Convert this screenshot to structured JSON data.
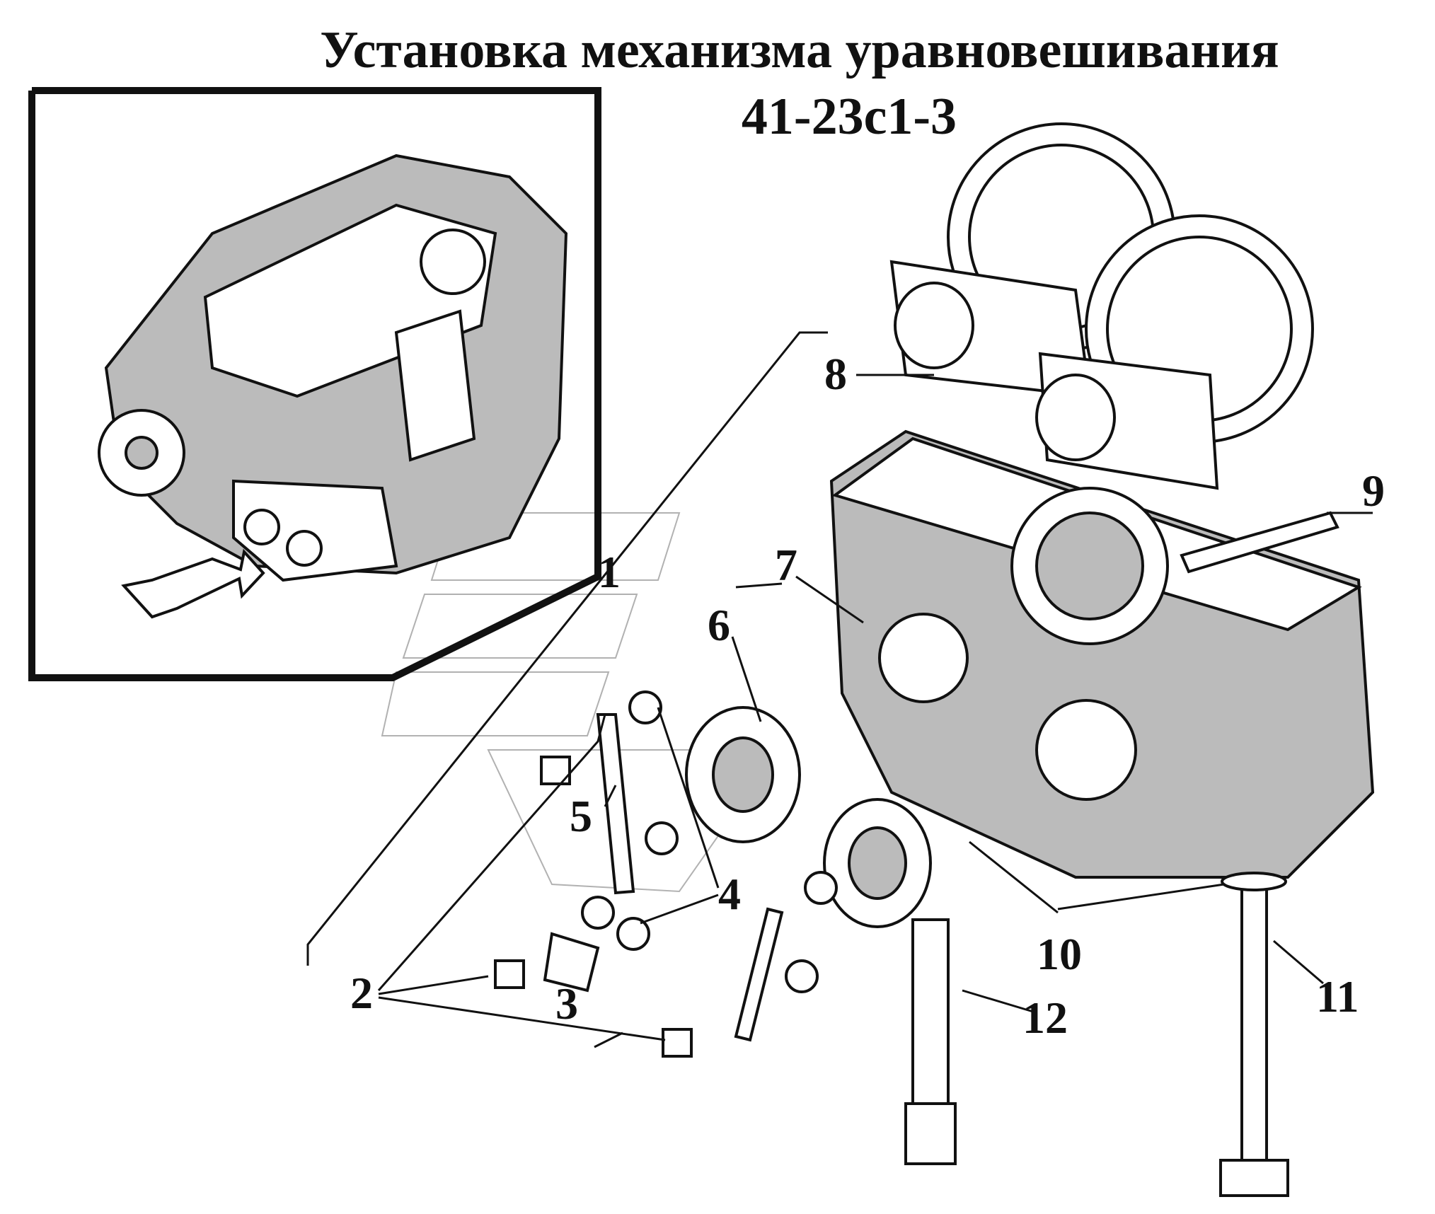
{
  "title": {
    "line1": "Установка механизма уравновешивания",
    "line2": "41-23с1-3"
  },
  "labels": [
    "1",
    "2",
    "3",
    "4",
    "5",
    "6",
    "7",
    "8",
    "9",
    "10",
    "11",
    "12"
  ]
}
